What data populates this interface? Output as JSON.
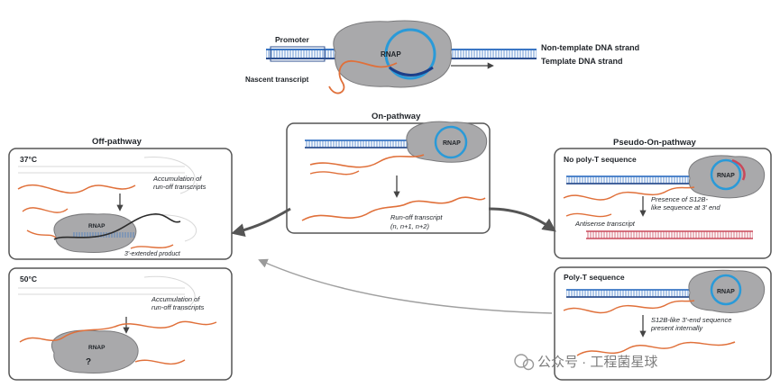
{
  "top": {
    "promoter": "Promoter",
    "rnap": "RNAP",
    "nascent": "Nascent transcript",
    "nontemplate": "Non-template DNA strand",
    "template": "Template DNA strand"
  },
  "on_pathway": {
    "title": "On-pathway",
    "rnap": "RNAP",
    "runoff_line1": "Run-off transcript",
    "runoff_line2": "(n, n+1, n+2)"
  },
  "off_pathway": {
    "title": "Off-pathway",
    "temp37": "37°C",
    "accum_line1": "Accumulation of",
    "accum_line2": "run-off transcripts",
    "rnap": "RNAP",
    "extended": "3'-extended product",
    "temp50": "50°C",
    "accum2_line1": "Accumulation of",
    "accum2_line2": "run-off transcripts",
    "rnap2": "RNAP",
    "question": "?"
  },
  "pseudo": {
    "title": "Pseudo-On-pathway",
    "no_polyt": "No poly-T sequence",
    "rnap": "RNAP",
    "presence_line1": "Presence of S12B-",
    "presence_line2": "like sequence at 3' end",
    "antisense": "Antisense transcript",
    "polyt": "Poly-T sequence",
    "rnap2": "RNAP",
    "s12b_line1": "S12B-like 3'-end sequence",
    "s12b_line2": "present internally"
  },
  "watermark": "公众号 · 工程菌星球",
  "colors": {
    "dna_blue": "#3a76c4",
    "rna_orange": "#e0703a",
    "rnap_gray": "#a9a9ab",
    "rnap_ring": "#2a9ad8",
    "panel_border": "#555555",
    "antisense_red": "#c9485a"
  }
}
